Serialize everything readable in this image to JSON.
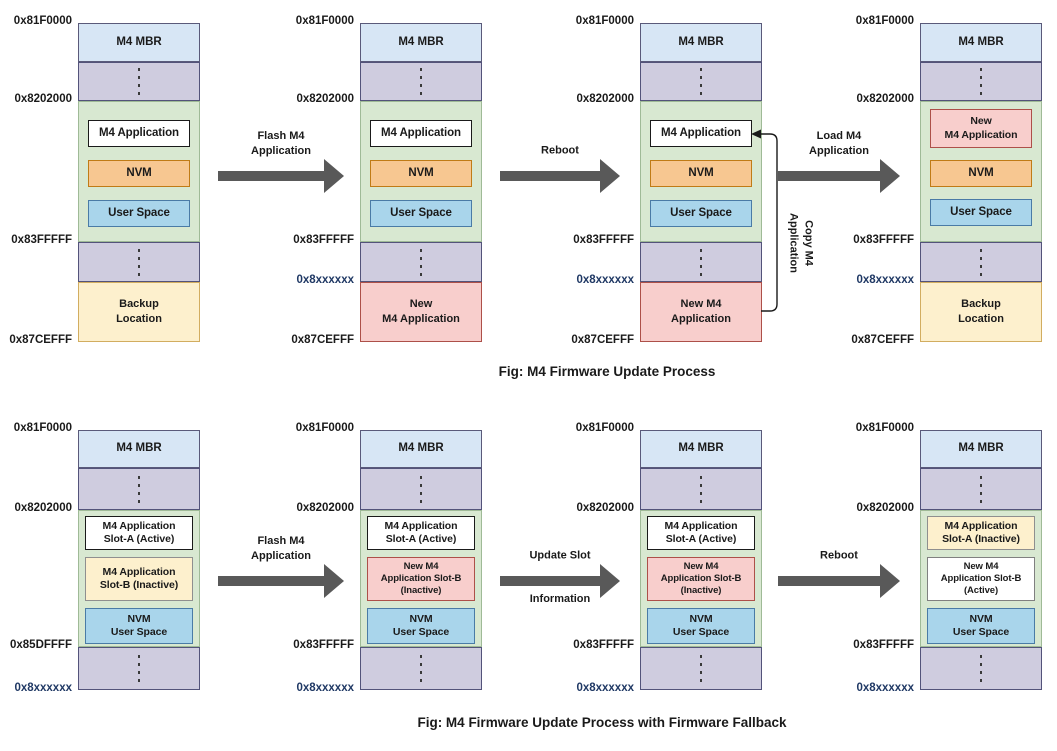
{
  "styles": {
    "mbr": {
      "fill": "#d7e6f5",
      "border": "#5a5a7a"
    },
    "dots": {
      "fill": "#cfccdf",
      "border": "#53537a"
    },
    "region": {
      "fill": "#d8e8d1",
      "border": "#9fba97"
    },
    "plain": {
      "fill": "#ffffff",
      "border": "#1a1a1a"
    },
    "plainGray": {
      "fill": "#ffffff",
      "border": "#808080"
    },
    "nvm": {
      "fill": "#f7c791",
      "border": "#c07b16"
    },
    "user": {
      "fill": "#a9d5eb",
      "border": "#4a7ba6"
    },
    "pink": {
      "fill": "#f8cecc",
      "border": "#ad5049"
    },
    "yellow": {
      "fill": "#fdf0cd",
      "border": "#d2ad60"
    },
    "yellowGray": {
      "fill": "#fdf0cd",
      "border": "#8f8f8f"
    }
  },
  "colors": {
    "background": "#ffffff",
    "arrow": "#595959",
    "text": "#1a1a1a",
    "address": "#1a1a1a",
    "address_alt": "#1f3864",
    "dot": "#3a3a3a",
    "copy_arrow_line": "#1a1a1a"
  },
  "figures": [
    {
      "caption": "Fig: M4 Firmware Update Process",
      "stacks": [
        {
          "addresses": [
            {
              "text": "0x81F0000",
              "boundary": 0
            },
            {
              "text": "0x8202000",
              "boundary": 2
            },
            {
              "text": "0x83FFFFF",
              "boundary": 3
            },
            {
              "text": "0x87CEFFF",
              "boundary": 5
            }
          ],
          "segments": [
            {
              "kind": "mbr",
              "style": "mbr",
              "lines": [
                "M4 MBR"
              ]
            },
            {
              "kind": "dots",
              "style": "dots"
            },
            {
              "kind": "region",
              "style": "region",
              "boxes": [
                {
                  "style": "plain",
                  "lines": [
                    "M4 Application"
                  ]
                },
                {
                  "style": "nvm",
                  "lines": [
                    "NVM"
                  ]
                },
                {
                  "style": "user",
                  "lines": [
                    "User Space"
                  ]
                }
              ]
            },
            {
              "kind": "dots",
              "style": "dots"
            },
            {
              "kind": "bottom",
              "style": "yellow",
              "lines": [
                "Backup",
                "Location"
              ]
            }
          ]
        },
        {
          "addresses": [
            {
              "text": "0x81F0000",
              "boundary": 0
            },
            {
              "text": "0x8202000",
              "boundary": 2
            },
            {
              "text": "0x83FFFFF",
              "boundary": 3
            },
            {
              "text": "0x8xxxxxx",
              "boundary": 4,
              "alt": true
            },
            {
              "text": "0x87CEFFF",
              "boundary": 5
            }
          ],
          "segments": [
            {
              "kind": "mbr",
              "style": "mbr",
              "lines": [
                "M4 MBR"
              ]
            },
            {
              "kind": "dots",
              "style": "dots"
            },
            {
              "kind": "region",
              "style": "region",
              "boxes": [
                {
                  "style": "plain",
                  "lines": [
                    "M4 Application"
                  ]
                },
                {
                  "style": "nvm",
                  "lines": [
                    "NVM"
                  ]
                },
                {
                  "style": "user",
                  "lines": [
                    "User Space"
                  ]
                }
              ]
            },
            {
              "kind": "dots",
              "style": "dots"
            },
            {
              "kind": "bottom",
              "style": "pink",
              "lines": [
                "New",
                "M4 Application"
              ]
            }
          ]
        },
        {
          "addresses": [
            {
              "text": "0x81F0000",
              "boundary": 0
            },
            {
              "text": "0x8202000",
              "boundary": 2
            },
            {
              "text": "0x83FFFFF",
              "boundary": 3
            },
            {
              "text": "0x8xxxxxx",
              "boundary": 4,
              "alt": true
            },
            {
              "text": "0x87CEFFF",
              "boundary": 5
            }
          ],
          "segments": [
            {
              "kind": "mbr",
              "style": "mbr",
              "lines": [
                "M4 MBR"
              ]
            },
            {
              "kind": "dots",
              "style": "dots"
            },
            {
              "kind": "region",
              "style": "region",
              "boxes": [
                {
                  "style": "plain",
                  "lines": [
                    "M4 Application"
                  ]
                },
                {
                  "style": "nvm",
                  "lines": [
                    "NVM"
                  ]
                },
                {
                  "style": "user",
                  "lines": [
                    "User Space"
                  ]
                }
              ]
            },
            {
              "kind": "dots",
              "style": "dots"
            },
            {
              "kind": "bottom",
              "style": "pink",
              "lines": [
                "New M4",
                "Application"
              ]
            }
          ]
        },
        {
          "addresses": [
            {
              "text": "0x81F0000",
              "boundary": 0
            },
            {
              "text": "0x8202000",
              "boundary": 2
            },
            {
              "text": "0x83FFFFF",
              "boundary": 3
            },
            {
              "text": "0x8xxxxxx",
              "boundary": 4,
              "alt": true
            },
            {
              "text": "0x87CEFFF",
              "boundary": 5
            }
          ],
          "segments": [
            {
              "kind": "mbr",
              "style": "mbr",
              "lines": [
                "M4 MBR"
              ]
            },
            {
              "kind": "dots",
              "style": "dots"
            },
            {
              "kind": "region",
              "style": "region",
              "boxes": [
                {
                  "style": "pink",
                  "lines": [
                    "New",
                    "M4 Application"
                  ]
                },
                {
                  "style": "nvm",
                  "lines": [
                    "NVM"
                  ]
                },
                {
                  "style": "user",
                  "lines": [
                    "User Space"
                  ]
                }
              ]
            },
            {
              "kind": "dots",
              "style": "dots"
            },
            {
              "kind": "bottom",
              "style": "yellow",
              "lines": [
                "Backup",
                "Location"
              ]
            }
          ]
        }
      ],
      "arrows": [
        {
          "above": [
            "Flash M4",
            "Application"
          ]
        },
        {
          "above": [
            "Reboot"
          ]
        },
        {
          "above": [
            "Load M4",
            "Application"
          ]
        }
      ],
      "copy_arrow": {
        "lines": [
          "Copy M4",
          "Application"
        ]
      }
    },
    {
      "caption": "Fig: M4 Firmware Update Process with Firmware Fallback",
      "stacks": [
        {
          "addresses": [
            {
              "text": "0x81F0000",
              "boundary": 0
            },
            {
              "text": "0x8202000",
              "boundary": 2
            },
            {
              "text": "0x85DFFFF",
              "boundary": 3
            },
            {
              "text": "0x8xxxxxx",
              "boundary": 4,
              "alt": true
            }
          ],
          "segments": [
            {
              "kind": "mbr",
              "style": "mbr",
              "lines": [
                "M4 MBR"
              ]
            },
            {
              "kind": "dots",
              "style": "dots"
            },
            {
              "kind": "region",
              "style": "region",
              "boxes": [
                {
                  "style": "plain",
                  "lines": [
                    "M4 Application",
                    "Slot-A (Active)"
                  ]
                },
                {
                  "style": "yellowGray",
                  "lines": [
                    "M4 Application",
                    "Slot-B (Inactive)"
                  ]
                },
                {
                  "style": "user",
                  "lines": [
                    "NVM",
                    "User Space"
                  ]
                }
              ]
            },
            {
              "kind": "dots",
              "style": "dots"
            }
          ]
        },
        {
          "addresses": [
            {
              "text": "0x81F0000",
              "boundary": 0
            },
            {
              "text": "0x8202000",
              "boundary": 2
            },
            {
              "text": "0x83FFFFF",
              "boundary": 3
            },
            {
              "text": "0x8xxxxxx",
              "boundary": 4,
              "alt": true
            }
          ],
          "segments": [
            {
              "kind": "mbr",
              "style": "mbr",
              "lines": [
                "M4 MBR"
              ]
            },
            {
              "kind": "dots",
              "style": "dots"
            },
            {
              "kind": "region",
              "style": "region",
              "boxes": [
                {
                  "style": "plain",
                  "lines": [
                    "M4 Application",
                    "Slot-A (Active)"
                  ]
                },
                {
                  "style": "pink",
                  "lines": [
                    "New M4",
                    "Application Slot-B",
                    "(Inactive)"
                  ]
                },
                {
                  "style": "user",
                  "lines": [
                    "NVM",
                    "User Space"
                  ]
                }
              ]
            },
            {
              "kind": "dots",
              "style": "dots"
            }
          ]
        },
        {
          "addresses": [
            {
              "text": "0x81F0000",
              "boundary": 0
            },
            {
              "text": "0x8202000",
              "boundary": 2
            },
            {
              "text": "0x83FFFFF",
              "boundary": 3
            },
            {
              "text": "0x8xxxxxx",
              "boundary": 4,
              "alt": true
            }
          ],
          "segments": [
            {
              "kind": "mbr",
              "style": "mbr",
              "lines": [
                "M4 MBR"
              ]
            },
            {
              "kind": "dots",
              "style": "dots"
            },
            {
              "kind": "region",
              "style": "region",
              "boxes": [
                {
                  "style": "plain",
                  "lines": [
                    "M4 Application",
                    "Slot-A (Active)"
                  ]
                },
                {
                  "style": "pink",
                  "lines": [
                    "New M4",
                    "Application Slot-B",
                    "(Inactive)"
                  ]
                },
                {
                  "style": "user",
                  "lines": [
                    "NVM",
                    "User Space"
                  ]
                }
              ]
            },
            {
              "kind": "dots",
              "style": "dots"
            }
          ]
        },
        {
          "addresses": [
            {
              "text": "0x81F0000",
              "boundary": 0
            },
            {
              "text": "0x8202000",
              "boundary": 2
            },
            {
              "text": "0x83FFFFF",
              "boundary": 3
            },
            {
              "text": "0x8xxxxxx",
              "boundary": 4,
              "alt": true
            }
          ],
          "segments": [
            {
              "kind": "mbr",
              "style": "mbr",
              "lines": [
                "M4 MBR"
              ]
            },
            {
              "kind": "dots",
              "style": "dots"
            },
            {
              "kind": "region",
              "style": "region",
              "boxes": [
                {
                  "style": "yellowGray",
                  "lines": [
                    "M4 Application",
                    "Slot-A (Inactive)"
                  ]
                },
                {
                  "style": "plainGray",
                  "lines": [
                    "New M4",
                    "Application Slot-B",
                    "(Active)"
                  ]
                },
                {
                  "style": "user",
                  "lines": [
                    "NVM",
                    "User Space"
                  ]
                }
              ]
            },
            {
              "kind": "dots",
              "style": "dots"
            }
          ]
        }
      ],
      "arrows": [
        {
          "above": [
            "Flash M4",
            "Application"
          ]
        },
        {
          "above": [
            "Update Slot"
          ],
          "below": [
            "Information"
          ]
        },
        {
          "above": [
            "Reboot"
          ]
        }
      ]
    }
  ]
}
